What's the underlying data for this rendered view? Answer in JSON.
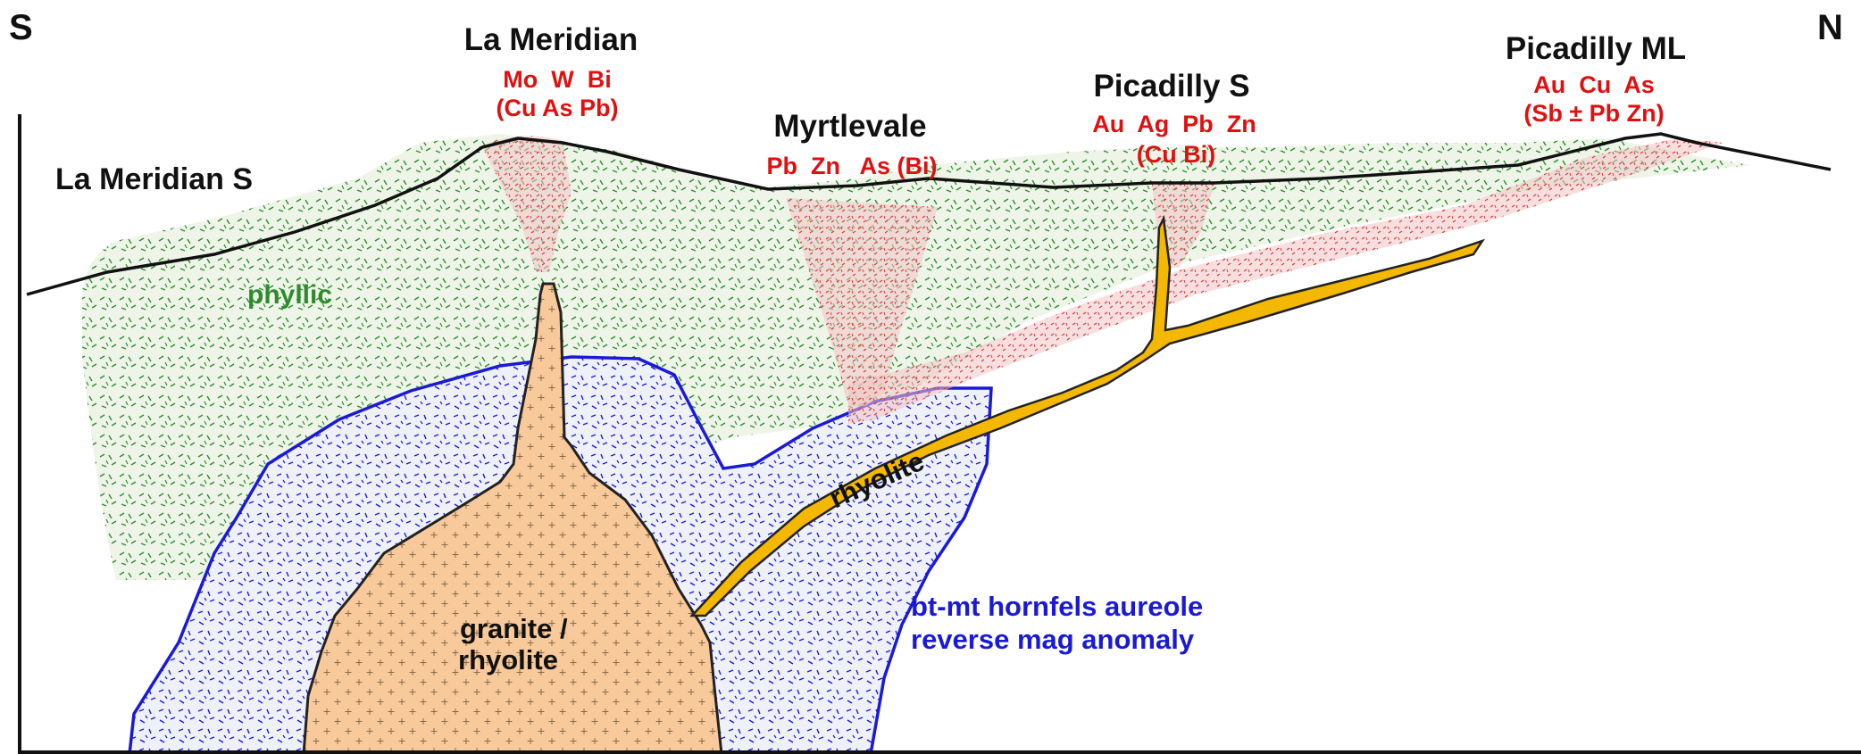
{
  "orientation": {
    "south": "S",
    "north": "N"
  },
  "localities": [
    {
      "name": "La Meridian S",
      "elements": []
    },
    {
      "name": "La Meridian",
      "elements": [
        "Mo  W  Bi",
        "(Cu As Pb)"
      ]
    },
    {
      "name": "Myrtlevale",
      "elements": [
        "Pb  Zn   As (Bi)"
      ]
    },
    {
      "name": "Picadilly S",
      "elements": [
        "Au  Ag  Pb  Zn",
        "(Cu Bi)"
      ]
    },
    {
      "name": "Picadilly ML",
      "elements": [
        "Au  Cu  As",
        "(Sb ± Pb Zn)"
      ]
    }
  ],
  "zones": {
    "phyllic": "phyllic",
    "rhyolite": "rhyolite",
    "granite": [
      "granite /",
      "rhyolite"
    ],
    "hornfels": [
      "bt-mt hornfels aureole",
      "reverse mag anomaly"
    ]
  },
  "colors": {
    "phyllic": "#2e8b2e",
    "phyllic_fill": "#eef5e8",
    "hornfels": "#1a1ad6",
    "hornfels_fill": "#eef0fa",
    "granite_fill": "#f8c99a",
    "rhyolite_dyke": "#f5b800",
    "mineralization": "#d63a3a",
    "element_text": "#e01010",
    "label_text": "#111111"
  }
}
